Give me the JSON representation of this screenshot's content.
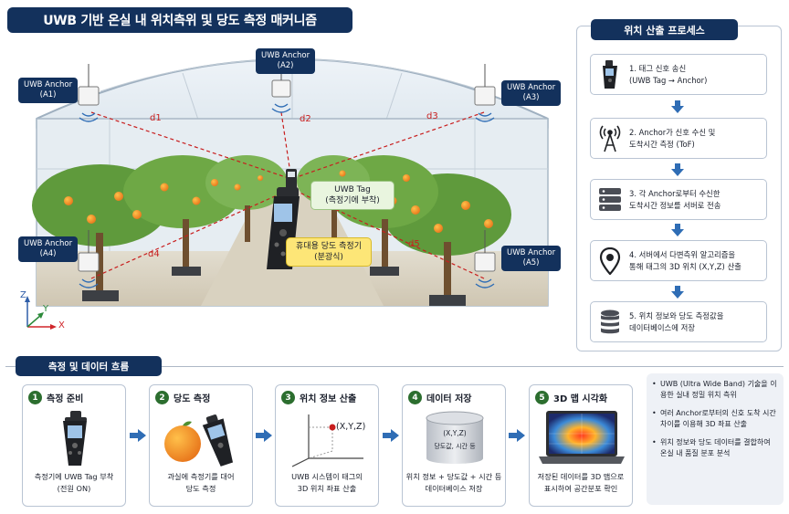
{
  "header": {
    "title": "UWB 기반 온실 내 위치측위 및 당도 측정 매커니즘"
  },
  "scene": {
    "anchors": [
      {
        "line1": "UWB Anchor",
        "line2": "(A1)"
      },
      {
        "line1": "UWB Anchor",
        "line2": "(A2)"
      },
      {
        "line1": "UWB Anchor",
        "line2": "(A3)"
      },
      {
        "line1": "UWB Anchor",
        "line2": "(A4)"
      },
      {
        "line1": "UWB Anchor",
        "line2": "(A5)"
      }
    ],
    "distances": [
      "d1",
      "d2",
      "d3",
      "d4",
      "d5"
    ],
    "tag_callout": {
      "line1": "UWB Tag",
      "line2": "(측정기에 부착)"
    },
    "meter_callout": {
      "line1": "휴대용 당도 측정기",
      "line2": "(분광식)"
    },
    "axes": {
      "z": "Z",
      "y": "Y",
      "x": "X"
    }
  },
  "process": {
    "title": "위치 산출 프로세스",
    "steps": [
      {
        "line1": "1.   태그 신호 송신",
        "line2": "     (UWB Tag → Anchor)",
        "icon": "handheld-tag-icon"
      },
      {
        "line1": "2.  Anchor가 신호 수신 및",
        "line2": "     도착시간 측정 (ToF)",
        "icon": "antenna-tower-icon"
      },
      {
        "line1": "3. 각 Anchor로부터 수신한",
        "line2": "    도착시간 정보를 서버로 전송",
        "icon": "server-icon"
      },
      {
        "line1": "4. 서버에서 다변측위 알고리즘을",
        "line2": "통해 태그의 3D 위치 (X,Y,Z) 산출",
        "icon": "location-pin-icon"
      },
      {
        "line1": "5. 위치 정보와 당도 측정값을",
        "line2": "    데이터베이스에 저장",
        "icon": "database-icon"
      }
    ]
  },
  "flow": {
    "title": "측정 및 데이터 흐름",
    "cards": [
      {
        "num": "1",
        "title": "측정 준비",
        "line1": "측정기에 UWB Tag 부착",
        "line2": "(전원 ON)"
      },
      {
        "num": "2",
        "title": "당도 측정",
        "line1": "과실에 측정기를 대어",
        "line2": "당도 측정"
      },
      {
        "num": "3",
        "title": "위치 정보 산출",
        "line1": "UWB 시스템이 태그의",
        "line2": "3D 위치 좌표 산출",
        "coord_label": "(X,Y,Z)"
      },
      {
        "num": "4",
        "title": "데이터 저장",
        "line1": "위치 정보 + 당도값 + 시간 등",
        "line2": "데이터베이스 저장",
        "db_line1": "(X,Y,Z)",
        "db_line2": "당도값, 시간 등"
      },
      {
        "num": "5",
        "title": "3D 맵 시각화",
        "line1": "저장된 데이터를 3D 맵으로",
        "line2": "표시하여 공간분포 확인"
      }
    ],
    "notes": [
      "UWB (Ultra Wide Band) 기술을 이용한 실내 정밀 위치 측위",
      "여러 Anchor로부터의 신호 도착 시간 차이를 이용해 3D 좌표 산출",
      "위치 정보와 당도 데이터를 결합하여 온실 내 품질 분포 분석"
    ]
  },
  "colors": {
    "navy": "#13315c",
    "arrow_blue": "#2f6db5",
    "number_green": "#2c6e2f",
    "distance_red": "#c81e1e",
    "tag_green": "#e9f5df",
    "meter_yellow": "#fde677"
  }
}
